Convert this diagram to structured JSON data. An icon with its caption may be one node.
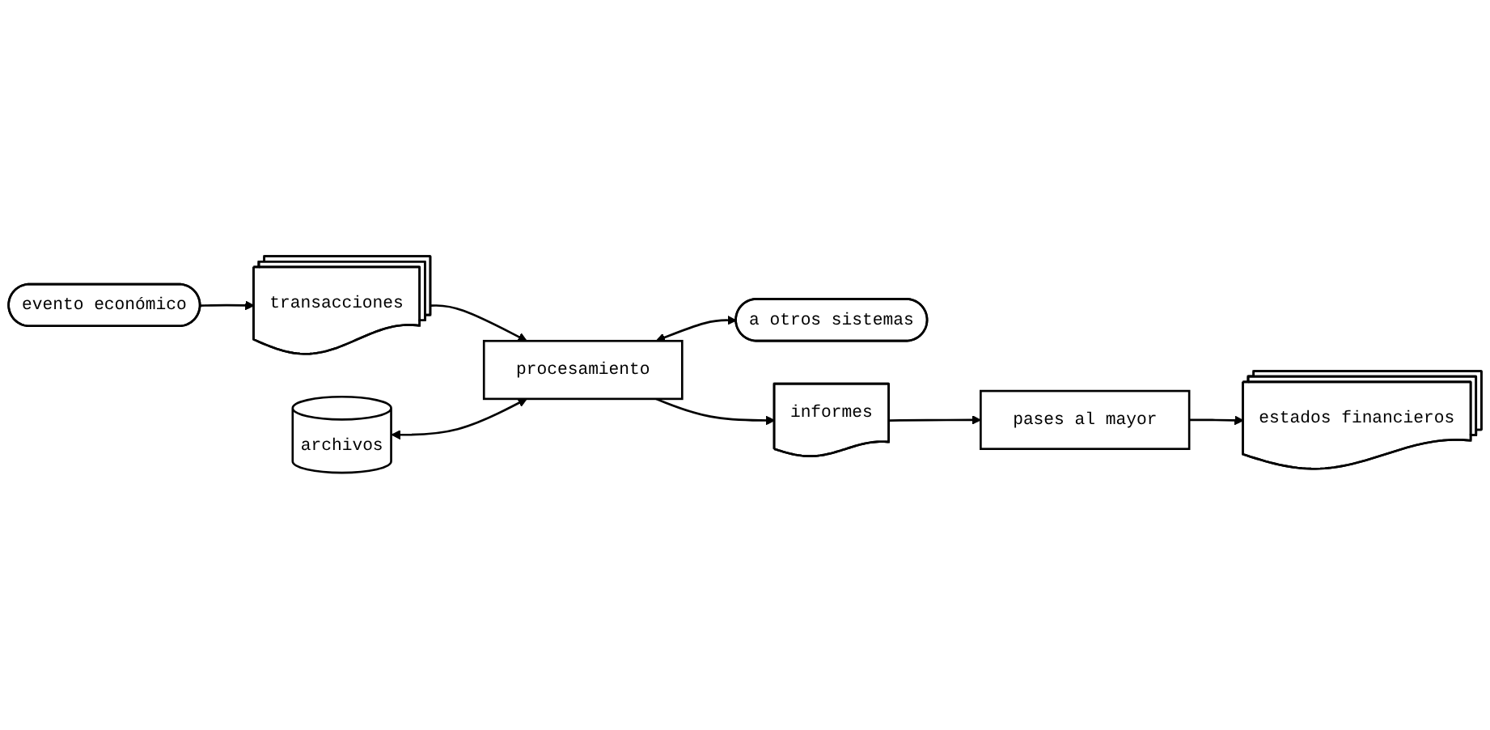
{
  "diagram": {
    "nodes": [
      {
        "text": [
          "evento económico"
        ]
      },
      {
        "text": [
          "transacciones"
        ]
      },
      {
        "text": [
          "archivos"
        ]
      },
      {
        "text": [
          "procesamiento"
        ]
      },
      {
        "text": [
          "a otros sistemas"
        ]
      },
      {
        "text": [
          "informes"
        ]
      },
      {
        "text": [
          "pases al mayor"
        ]
      },
      {
        "text": [
          "estados financieros"
        ]
      }
    ],
    "edges": [
      {
        "from": 0,
        "to": 1,
        "arrow": "to"
      },
      {
        "from": 1,
        "to": 3,
        "arrow": "to"
      },
      {
        "from": 2,
        "to": 3,
        "arrow": "both"
      },
      {
        "from": 3,
        "to": 4,
        "arrow": "both"
      },
      {
        "from": 3,
        "to": 5,
        "arrow": "to"
      },
      {
        "from": 5,
        "to": 6,
        "arrow": "to"
      },
      {
        "from": 6,
        "to": 7,
        "arrow": "to"
      }
    ]
  }
}
